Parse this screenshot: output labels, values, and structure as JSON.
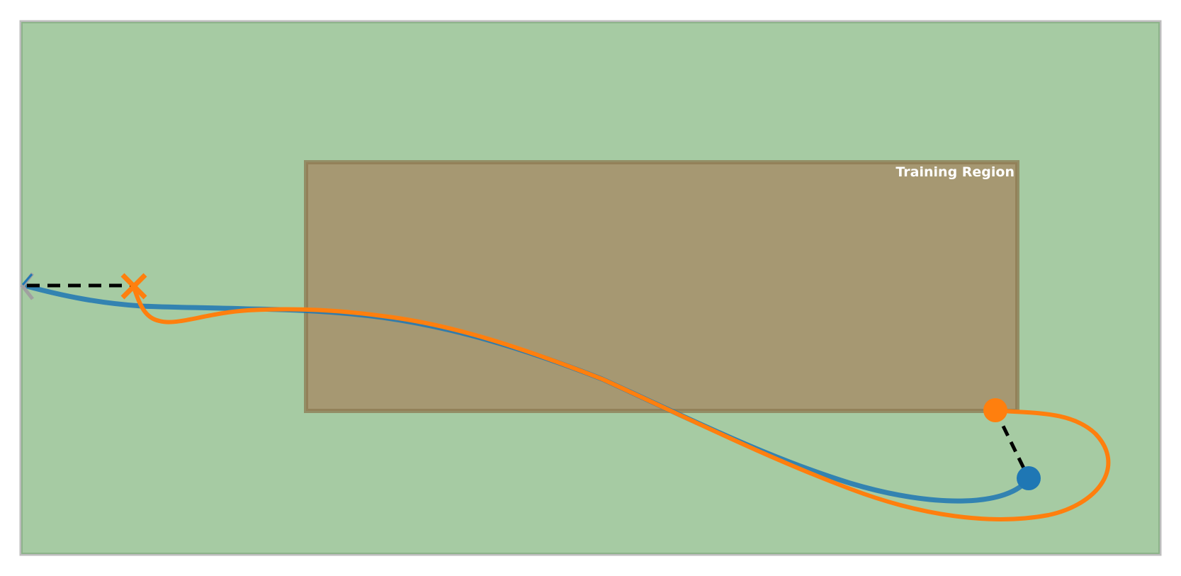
{
  "diagram": {
    "training_region": {
      "label": "Training Region"
    },
    "colors": {
      "outer_field_fill": "#a6cba3",
      "outer_field_edge": "#8db38a",
      "outer_border": "#bdbdbd",
      "training_region_fill": "#a69872",
      "training_region_edge": "#8c7a52",
      "training_region_label": "#ffffff",
      "trajectory_blue": "#1f77b4",
      "trajectory_orange": "#ff7f0e",
      "connector": "#000000",
      "chevron": "#a0a0a0"
    },
    "markers": {
      "blue_start": "circle",
      "orange_start": "circle",
      "orange_end": "x-cross",
      "blue_end": "chevron-left"
    }
  }
}
